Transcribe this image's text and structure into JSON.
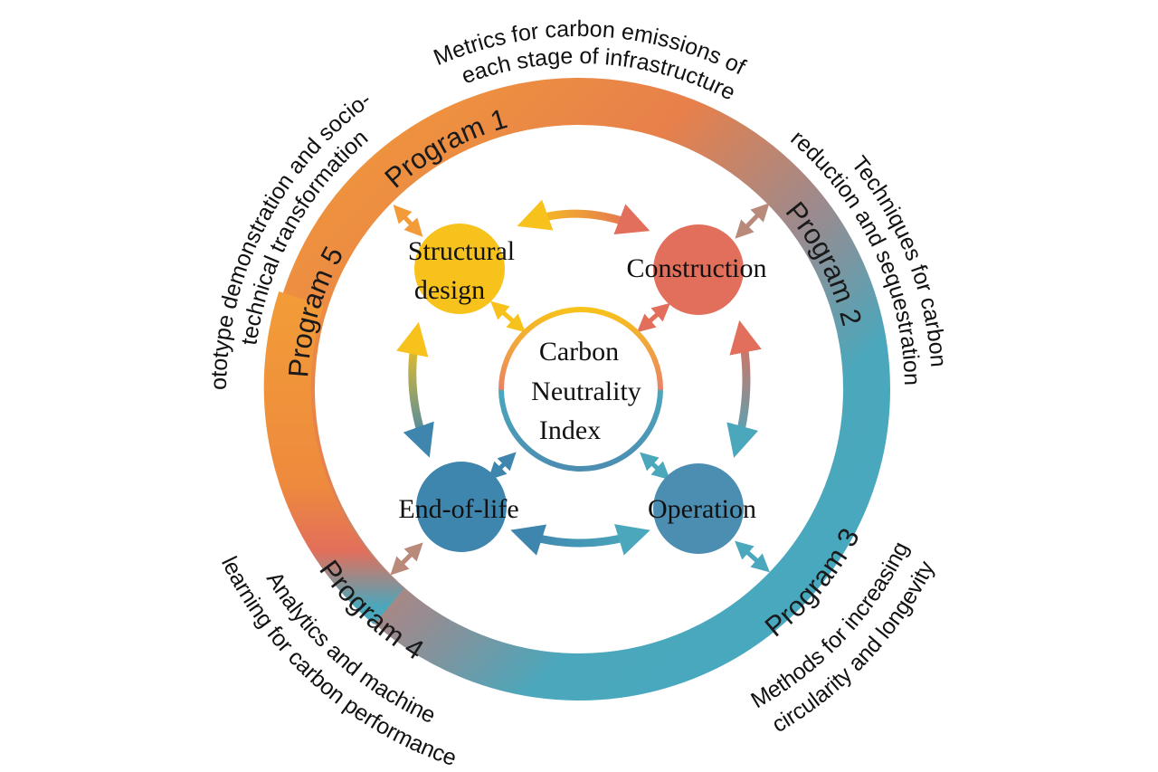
{
  "center": {
    "lines": [
      "Carbon",
      "Neutrality",
      "Index"
    ]
  },
  "stages": {
    "structural_design": [
      "Structural",
      "design"
    ],
    "construction": "Construction",
    "operation": "Operation",
    "end_of_life": "End-of-life"
  },
  "programs": {
    "p1": "Program 1",
    "p2": "Program 2",
    "p3": "Program 3",
    "p4": "Program 4",
    "p5": "Program 5"
  },
  "descriptions": {
    "p1": [
      "Metrics for carbon emissions of",
      "each stage of infrastructure"
    ],
    "p2": [
      "Techniques for carbon",
      "reduction and sequestration"
    ],
    "p3": [
      "Methods for increasing",
      "circularity and longevity"
    ],
    "p4": [
      "Analytics and machine",
      "learning for carbon performance"
    ],
    "p5": [
      "Prototype demonstration and socio-",
      "technical transformation"
    ]
  },
  "colors": {
    "orange": "#F29B38",
    "coral": "#E26F5B",
    "teal": "#4BA7BC",
    "yellow": "#F7C21B",
    "blue": "#3F86AE",
    "steel": "#4C8DB2",
    "brown": "#B9897A"
  }
}
